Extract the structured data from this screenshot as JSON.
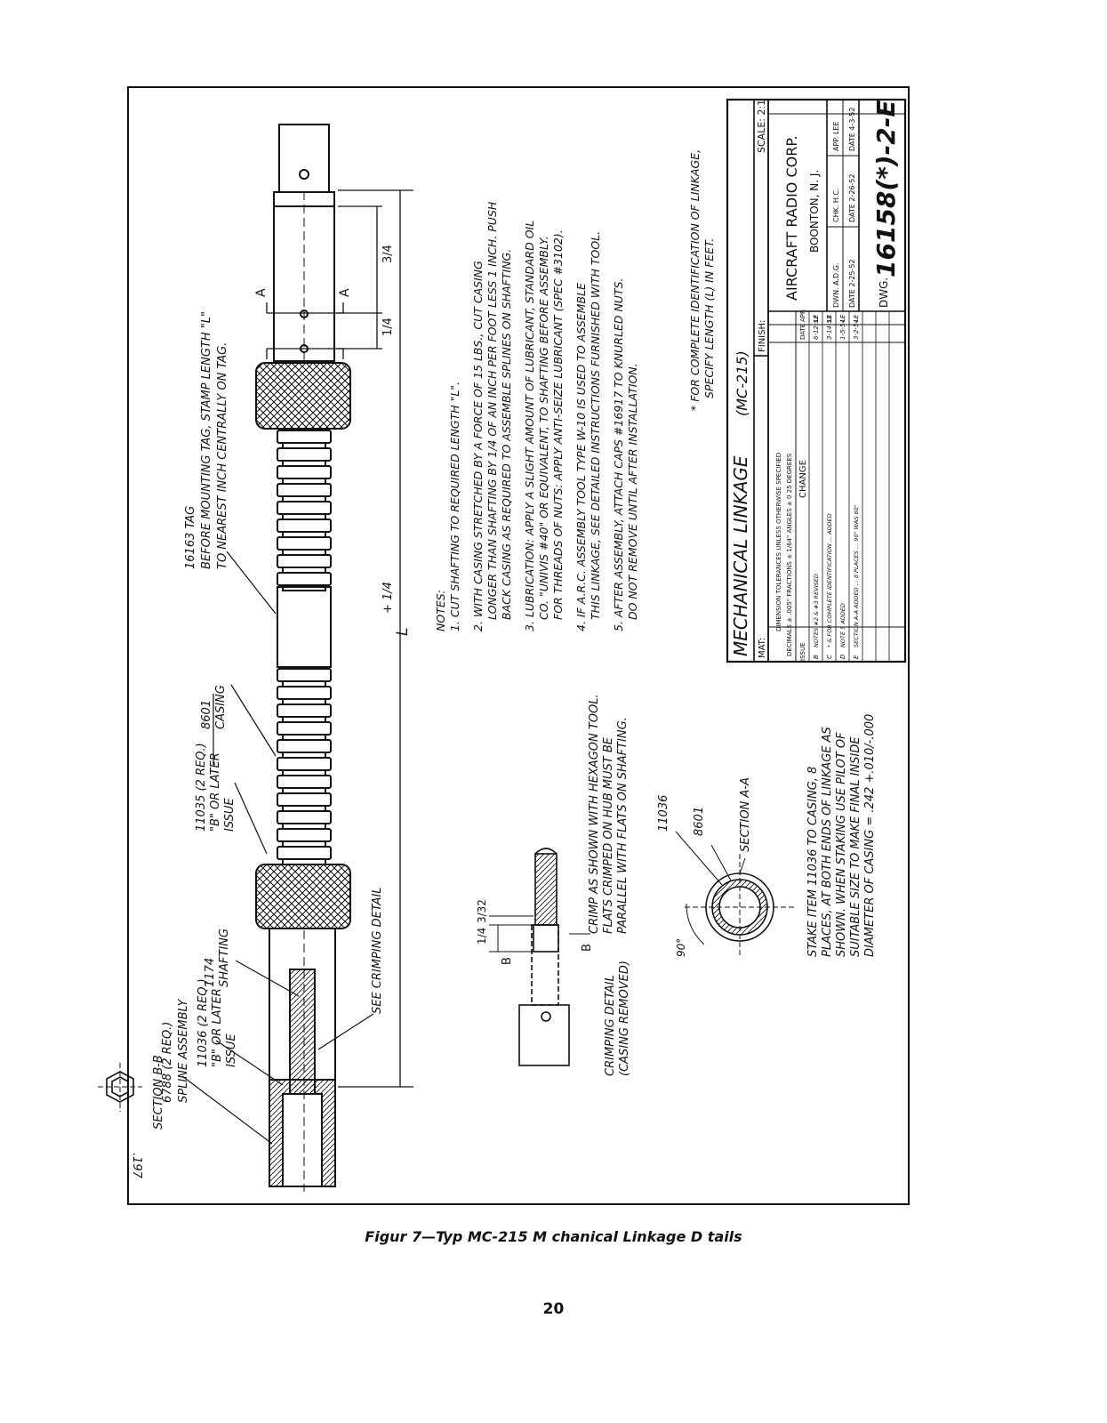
{
  "figure": {
    "caption": "Figur 7—Typ MC-215 M chanical Linkage D tails",
    "page_number": "20"
  },
  "callouts": {
    "spline_qty": "6788 (2 REQ.)",
    "spline_name": "SPLINE ASSEMBLY",
    "p11036_qty": "11036 (2 REQ.)",
    "p11036_issue": "\"B\" OR LATER",
    "p11036_issue2": "ISSUE",
    "shafting_num": "1174",
    "shafting_name": "SHAFTING",
    "p11035_qty": "11035 (2 REQ.)",
    "p11035_issue": "\"B\" OR LATER",
    "p11035_issue2": "ISSUE",
    "casing_num": "8601",
    "casing_name": "CASING",
    "tag_num": "16163 TAG",
    "tag_line1": "BEFORE MOUNTING TAG, STAMP LENGTH \"L\"",
    "tag_line2": "TO NEAREST INCH CENTRALLY ON TAG.",
    "see_crimping": "SEE CRIMPING DETAIL",
    "length_l": "L",
    "length_tol": "+ 1/4",
    "frac_3_4": "3/4",
    "frac_1_4": "1/4",
    "section_mark": "A"
  },
  "crimping": {
    "dim_1_4": "1/4",
    "dim_3_32": "3/32",
    "b_mark": "B",
    "title1": "CRIMPING DETAIL",
    "title2": "(CASING REMOVED)",
    "note1": "CRIMP AS SHOWN WITH HEXAGON TOOL.",
    "note2": "FLATS CRIMPED ON HUB MUST BE",
    "note3": "PARALLEL WITH FLATS ON SHAFTING."
  },
  "section_bb": {
    "label": "SECTION B-B",
    "dim": ".197"
  },
  "section_aa": {
    "label": "SECTION A-A",
    "p11036": "11036",
    "p8601": "8601",
    "angle": "90°",
    "stake1": "STAKE ITEM 11036 TO CASING, 8",
    "stake2": "PLACES, AT BOTH ENDS OF LINKAGE AS",
    "stake3": "SHOWN. WHEN STAKING USE PILOT OF",
    "stake4": "SUITABLE SIZE TO MAKE FINAL INSIDE",
    "stake5": "DIAMETER OF CASING = .242 +.010/-.000"
  },
  "notes": {
    "heading": "NOTES:",
    "n1": "1. CUT SHAFTING TO REQUIRED LENGTH \"L\".",
    "n2a": "2. WITH CASING STRETCHED BY A FORCE OF 15 LBS., CUT CASING",
    "n2b": "LONGER THAN SHAFTING BY 1/4 OF AN INCH PER FOOT LESS 1 INCH. PUSH",
    "n2c": "BACK CASING AS REQUIRED TO ASSEMBLE SPLINES ON SHAFTING.",
    "n3a": "3. LUBRICATION: APPLY A SLIGHT AMOUNT OF LUBRICANT, STANDARD OIL",
    "n3b": "CO. \"UNIVIS #40\" OR EQUIVALENT, TO SHAFTING BEFORE ASSEMBLY.",
    "n3c": "FOR THREADS OF NUTS: APPLY ANTI-SEIZE LUBRICANT (SPEC #3102).",
    "n4a": "4. IF A.R.C. ASSEMBLY TOOL TYPE W-10 IS USED TO ASSEMBLE",
    "n4b": "THIS LINKAGE, SEE DETAILED INSTRUCTIONS FURNISHED WITH TOOL.",
    "n5a": "5. AFTER ASSEMBLY, ATTACH CAPS #16917 TO KNURLED NUTS.",
    "n5b": "DO NOT REMOVE UNTIL AFTER INSTALLATION.",
    "star1": "* FOR COMPLETE IDENTIFICATION OF LINKAGE,",
    "star2": "SPECIFY LENGTH (L) IN FEET."
  },
  "title_block": {
    "title": "MECHANICAL LINKAGE",
    "model": "(MC-215)",
    "mat": "MAT:",
    "finish": "FINISH:",
    "scale": "SCALE: 2:1",
    "tol1": "DIMENSION TOLERANCES UNLESS OTHERWISE SPECIFIED",
    "tol2": "DECIMALS ± .005\"   FRACTIONS ± 1/64\"   ANGLES ± 0 25 DEGREES",
    "col_issue": "ISSUE",
    "col_change": "CHANGE",
    "col_date": "DATE",
    "col_app": "APP.",
    "rev_rows": [
      {
        "issue": "B",
        "change": "NOTES #2 & #3 REVISED",
        "date": "6-12-52",
        "app": "LE"
      },
      {
        "issue": "C",
        "change": "* & FOR COMPLETE IDENTIFICATION ... ADDED",
        "date": "3-14-53",
        "app": "LE"
      },
      {
        "issue": "D",
        "change": "NOTE 5 ADDED",
        "date": "1-5-54",
        "app": "LE"
      },
      {
        "issue": "E",
        "change": "SECTION A-A ADDED ... 8 PLACES ... 90° WAS 60°",
        "date": "3-2-54",
        "app": "LE"
      }
    ],
    "company": "AIRCRAFT RADIO CORP.",
    "city": "BOONTON, N. J.",
    "dwn": "DWN. A.D.G.",
    "chk": "CHK. H.C.",
    "app": "APP. LEE",
    "date1": "DATE 2-25-52",
    "date2": "DATE 2-26-52",
    "date3": "DATE 4-3-52",
    "dwg_label": "DWG.",
    "dwg_number": "16158(*)-2-E"
  }
}
